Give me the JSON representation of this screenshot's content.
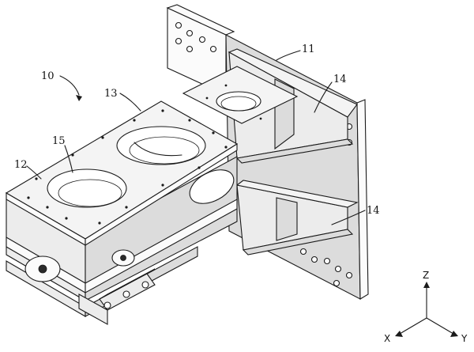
{
  "figure": {
    "reference_numerals": {
      "assembly": "10",
      "frame": "11",
      "base_block": "12",
      "top_plate": "13",
      "rib_upper": "14",
      "rib_lower": "14",
      "opening": "15"
    },
    "axes": {
      "z": "Z",
      "x": "X",
      "y": "Y"
    }
  }
}
